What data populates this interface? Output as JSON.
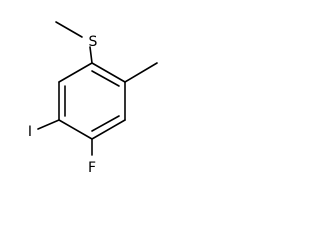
{
  "molecule": {
    "atoms": {
      "sulfur": "S",
      "iodine": "I",
      "fluorine": "F"
    },
    "colors": {
      "bond": "#000000",
      "label": "#000000",
      "background": "#ffffff"
    }
  }
}
